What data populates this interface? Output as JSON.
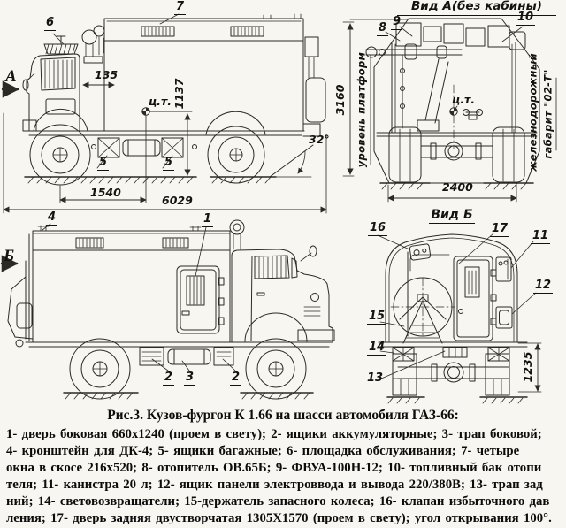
{
  "side_view_right": {
    "view_arrow": "А",
    "callout_6": "6",
    "callout_7": "7",
    "callout_5a": "5",
    "callout_5b": "5",
    "dim_gap": "135",
    "cg_label": "ц.т.",
    "dim_cg_height": "1137",
    "dim_axle_to_cg": "1540",
    "dim_length": "6029",
    "angle_departure": "32°",
    "dim_height": "3160"
  },
  "view_a": {
    "title": "Вид А(без кабины)",
    "callout_8": "8",
    "callout_9": "9",
    "callout_10": "10",
    "label_platform": "уровень платформ",
    "label_rail_gauge_1": "железнодорожный",
    "label_rail_gauge_2": "габарит \"02-Т\"",
    "cg_label": "ц.т.",
    "dim_track": "2400"
  },
  "side_view_left": {
    "view_arrow": "Б",
    "callout_4": "4",
    "callout_1": "1",
    "callout_2a": "2",
    "callout_3": "3",
    "callout_2b": "2"
  },
  "view_b": {
    "title": "Вид Б",
    "callout_16": "16",
    "callout_17": "17",
    "callout_11": "11",
    "callout_12": "12",
    "callout_15": "15",
    "callout_14": "14",
    "callout_13": "13",
    "dim_platform_height": "1235"
  },
  "figure": {
    "caption_title": "Рис.3. Кузов-фургон К 1.66 на  шасси  автомобиля  ГАЗ-66:",
    "caption_lines": [
      "1- дверь боковая  660х1240   (проем  в  свету); 2- ящики аккумуляторные; 3- трап   боковой;",
      "4- кронштейн для   ДК-4;  5- ящики   багажные; 6- площадка  обслуживания; 7- четыре",
      "окна в  скосе 216х520; 8- отопитель  ОВ.65Б;  9- ФВУА-100Н-12; 10- топливный  бак  отопи",
      "теля;  11- канистра  20 л;  12- ящик панели электроввода и вывода  220/380В; 13- трап  зад",
      "ний; 14- световозвращатели; 15-держатель запасного колеса; 16- клапан избыточного   дав",
      "ления; 17- дверь  задняя двустворчатая 1305Х1570 (проем  в  свету); угол открывания  100°."
    ]
  }
}
